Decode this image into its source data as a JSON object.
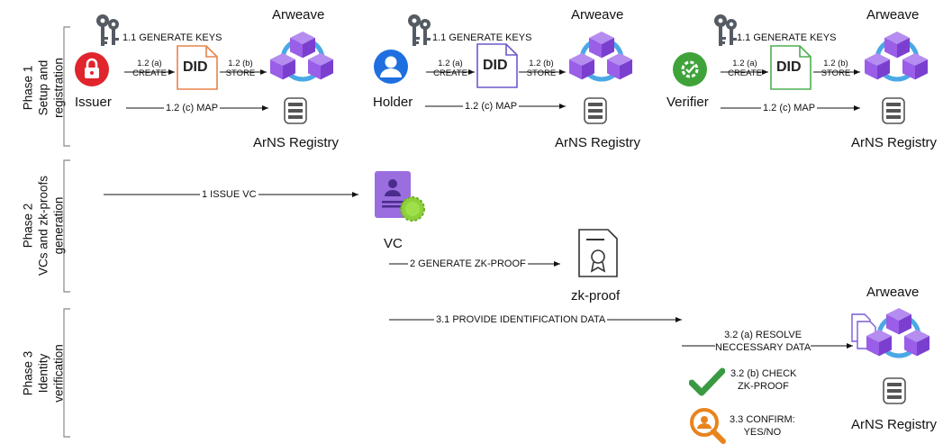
{
  "phases": [
    {
      "line1": "Phase 1",
      "line2": "Setup and",
      "line3": "registration"
    },
    {
      "line1": "Phase 2",
      "line2": "VCs and zk-proofs",
      "line3": "generation"
    },
    {
      "line1": "Phase 3",
      "line2": "Identity",
      "line3": "verification"
    }
  ],
  "phase1": {
    "actors": [
      {
        "name": "Issuer",
        "generate_keys": "1.1 GENERATE KEYS",
        "create_num": "1.2 (a)",
        "create": "CREATE",
        "did": "DID",
        "store_num": "1.2 (b)",
        "store": "STORE",
        "map": "1.2 (c) MAP",
        "arweave": "Arweave",
        "arns": "ArNS Registry",
        "did_color": "#e8834a",
        "icon_color": "#e0252d"
      },
      {
        "name": "Holder",
        "generate_keys": "1.1 GENERATE KEYS",
        "create_num": "1.2 (a)",
        "create": "CREATE",
        "did": "DID",
        "store_num": "1.2 (b)",
        "store": "STORE",
        "map": "1.2 (c) MAP",
        "arweave": "Arweave",
        "arns": "ArNS Registry",
        "did_color": "#6a5acd",
        "icon_color": "#1f6fe0"
      },
      {
        "name": "Verifier",
        "generate_keys": "1.1 GENERATE KEYS",
        "create_num": "1.2 (a)",
        "create": "CREATE",
        "did": "DID",
        "store_num": "1.2 (b)",
        "store": "STORE",
        "map": "1.2 (c) MAP",
        "arweave": "Arweave",
        "arns": "ArNS Registry",
        "did_color": "#4caf50",
        "icon_color": "#3fa33a"
      }
    ]
  },
  "phase2": {
    "issue_vc": "1 ISSUE VC",
    "vc": "VC",
    "generate_zk": "2 GENERATE ZK-PROOF",
    "zk_proof": "zk-proof"
  },
  "phase3": {
    "provide": "3.1 PROVIDE IDENTIFICATION DATA",
    "resolve_line1": "3.2 (a) RESOLVE",
    "resolve_line2": "NECCESSARY DATA",
    "check_line1": "3.2 (b) CHECK",
    "check_line2": "ZK-PROOF",
    "confirm_line1": "3.3 CONFIRM:",
    "confirm_line2": "YES/NO",
    "arweave": "Arweave",
    "arns": "ArNS Registry"
  },
  "colors": {
    "cube_light": "#b58cf0",
    "cube_mid": "#9a5ee8",
    "cube_dark": "#7b3fd0",
    "ring": "#4aa8e6",
    "key": "#555b63",
    "check_green": "#3a9a43",
    "search_orange": "#e8841e",
    "vc_purple": "#9b6ee0",
    "seal_green": "#8ecf3a"
  }
}
